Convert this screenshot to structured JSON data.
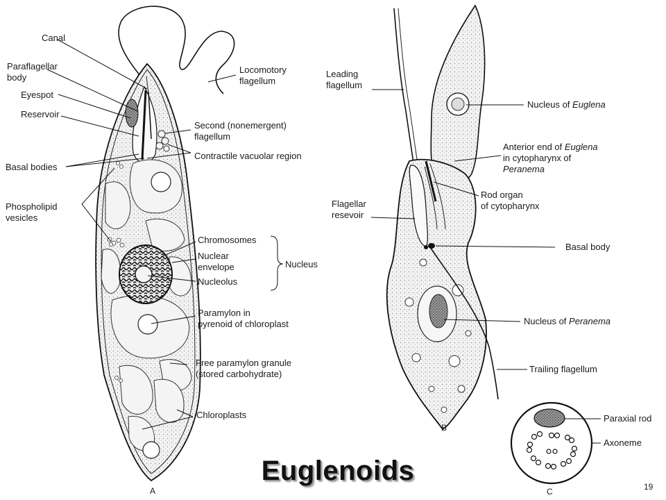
{
  "title": "Euglenoids",
  "page_number": "19",
  "panels": {
    "a": "A",
    "b": "B",
    "c": "C"
  },
  "labels_a": {
    "canal": "Canal",
    "paraflagellar_1": "Paraflagellar",
    "paraflagellar_2": "body",
    "eyespot": "Eyespot",
    "reservoir": "Reservoir",
    "basal_bodies": "Basal bodies",
    "phospholipid_1": "Phospholipid",
    "phospholipid_2": "vesicles",
    "locomotory_1": "Locomotory",
    "locomotory_2": "flagellum",
    "second_flag_1": "Second (nonemergent)",
    "second_flag_2": "flagellum",
    "contractile": "Contractile vacuolar region",
    "chromosomes": "Chromosomes",
    "nuclear_env_1": "Nuclear",
    "nuclear_env_2": "envelope",
    "nucleolus": "Nucleolus",
    "nucleus": "Nucleus",
    "paramylon_1": "Paramylon in",
    "paramylon_2": "pyrenoid of chloroplast",
    "free_paramylon_1": "Free paramylon granule",
    "free_paramylon_2": "(stored carbohydrate)",
    "chloroplasts": "Chloroplasts"
  },
  "labels_b": {
    "leading_1": "Leading",
    "leading_2": "flagellum",
    "nucleus_euglena_prefix": "Nucleus of ",
    "nucleus_euglena_species": "Euglena",
    "anterior_1_prefix": "Anterior end of ",
    "anterior_1_species": "Euglena",
    "anterior_2": "in cytopharynx of",
    "anterior_3": "Peranema",
    "rod_1": "Rod organ",
    "rod_2": "of cytopharynx",
    "flag_res_1": "Flagellar",
    "flag_res_2": "resevoir",
    "basal_body": "Basal body",
    "nucleus_peranema_prefix": "Nucleus of ",
    "nucleus_peranema_species": "Peranema",
    "trailing": "Trailing flagellum"
  },
  "labels_c": {
    "paraxial_rod": "Paraxial rod",
    "axoneme": "Axoneme"
  }
}
